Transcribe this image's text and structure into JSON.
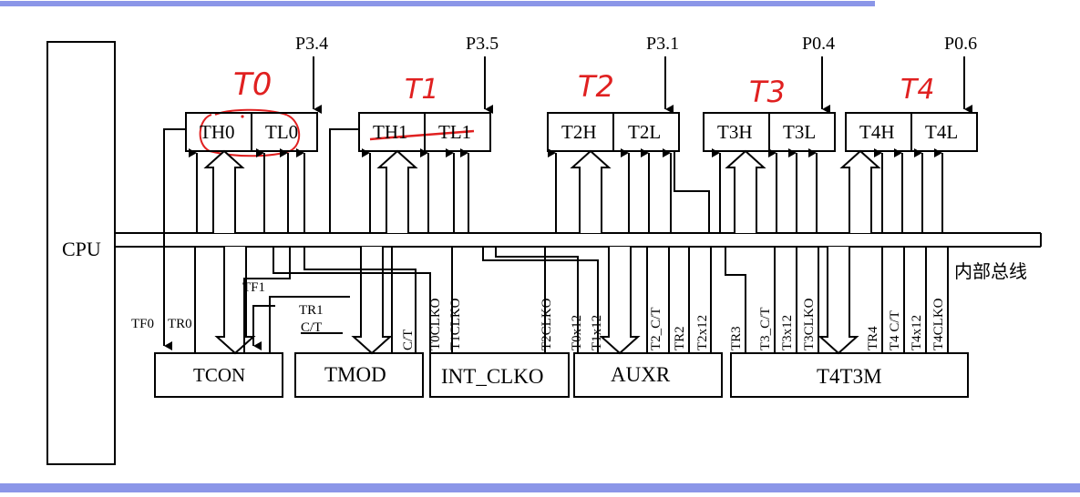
{
  "cpu": "CPU",
  "bus_label": "内部总线",
  "pins": [
    "P3.4",
    "P3.5",
    "P3.1",
    "P0.4",
    "P0.6"
  ],
  "timers": [
    {
      "name": "T0",
      "high": "TH0",
      "low": "TL0"
    },
    {
      "name": "T1",
      "high": "TH1",
      "low": "TL1"
    },
    {
      "name": "T2",
      "high": "T2H",
      "low": "T2L"
    },
    {
      "name": "T3",
      "high": "T3H",
      "low": "T3L"
    },
    {
      "name": "T4",
      "high": "T4H",
      "low": "T4L"
    }
  ],
  "registers": [
    "TCON",
    "TMOD",
    "INT_CLKO",
    "AUXR",
    "T4T3M"
  ],
  "signals": {
    "tf0": "TF0",
    "tr0": "TR0",
    "tf1": "TF1",
    "tr1": "TR1",
    "tmod_ct_left": "C/T",
    "tmod_ct_vertical": "C/T",
    "t0clko": "T0CLKO",
    "t1clko": "T1CLKO",
    "t2clko": "T2CLKO",
    "t0x12": "T0x12",
    "t1x12": "T1x12",
    "t2_ct": "T2_C/T",
    "tr2": "TR2",
    "t2x12": "T2x12",
    "tr3": "TR3",
    "t3_ct": "T3_C/T",
    "t3x12": "T3x12",
    "t3clko": "T3CLKO",
    "tr4": "TR4",
    "t4_ct": "T4 C/T",
    "t4x12": "T4x12",
    "t4clko": "T4CLKO"
  },
  "colors": {
    "annotation_ink": "#e02020",
    "caption_ink": "#2b3fd6"
  }
}
